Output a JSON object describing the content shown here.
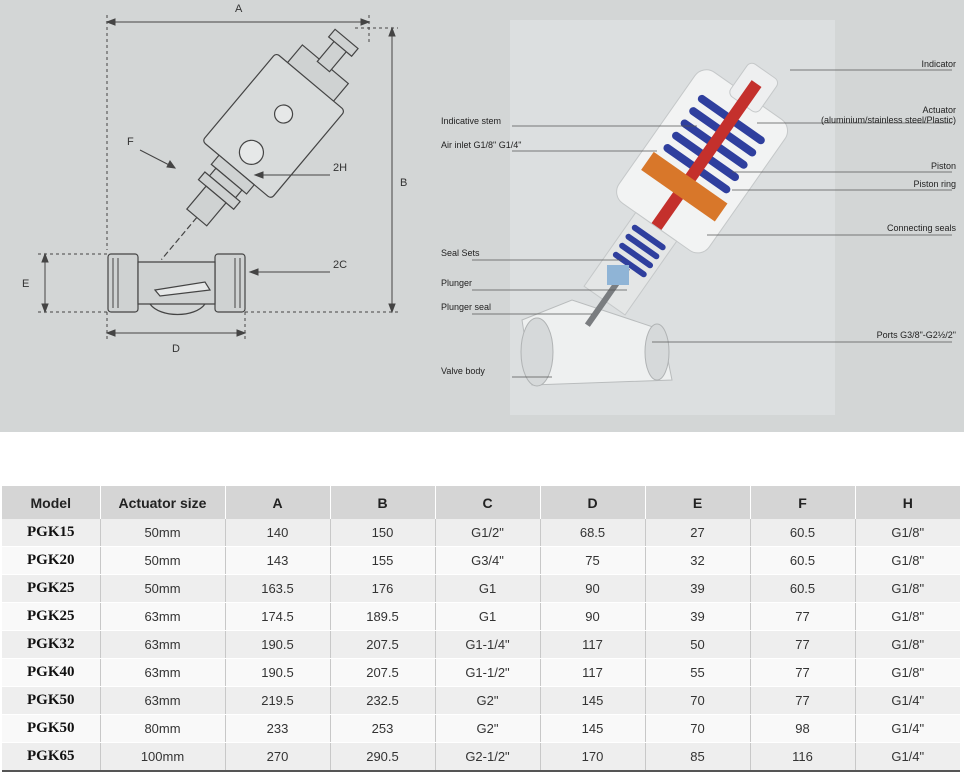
{
  "drawing": {
    "dimensions": {
      "A": "A",
      "B": "B",
      "D": "D",
      "E": "E",
      "F": "F",
      "H2": "2H",
      "C2": "2C"
    }
  },
  "cutaway": {
    "callouts": {
      "indicator": "Indicator",
      "actuator_line1": "Actuator",
      "actuator_line2": "(aluminium/stainless steel/Plastic)",
      "indicative_stem": "Indicative stem",
      "air_inlet": "Air inlet  G1/8\" G1/4\"",
      "piston": "Piston",
      "piston_ring": "Piston ring",
      "connecting_seals": "Connecting seals",
      "seal_sets": "Seal Sets",
      "plunger": "Plunger",
      "plunger_seal": "Plunger seal",
      "ports": "Ports G3/8\"-G2½/2\"",
      "valve_body": "Valve body"
    }
  },
  "table": {
    "headers": [
      "Model",
      "Actuator size",
      "A",
      "B",
      "C",
      "D",
      "E",
      "F",
      "H"
    ],
    "rows": [
      [
        "PGK15",
        "50mm",
        "140",
        "150",
        "G1/2\"",
        "68.5",
        "27",
        "60.5",
        "G1/8\""
      ],
      [
        "PGK20",
        "50mm",
        "143",
        "155",
        "G3/4\"",
        "75",
        "32",
        "60.5",
        "G1/8\""
      ],
      [
        "PGK25",
        "50mm",
        "163.5",
        "176",
        "G1",
        "90",
        "39",
        "60.5",
        "G1/8\""
      ],
      [
        "PGK25",
        "63mm",
        "174.5",
        "189.5",
        "G1",
        "90",
        "39",
        "77",
        "G1/8\""
      ],
      [
        "PGK32",
        "63mm",
        "190.5",
        "207.5",
        "G1-1/4\"",
        "117",
        "50",
        "77",
        "G1/8\""
      ],
      [
        "PGK40",
        "63mm",
        "190.5",
        "207.5",
        "G1-1/2\"",
        "117",
        "55",
        "77",
        "G1/8\""
      ],
      [
        "PGK50",
        "63mm",
        "219.5",
        "232.5",
        "G2\"",
        "145",
        "70",
        "77",
        "G1/4\""
      ],
      [
        "PGK50",
        "80mm",
        "233",
        "253",
        "G2\"",
        "145",
        "70",
        "98",
        "G1/4\""
      ],
      [
        "PGK65",
        "100mm",
        "270",
        "290.5",
        "G2-1/2\"",
        "170",
        "85",
        "116",
        "G1/4\""
      ]
    ]
  },
  "colors": {
    "panel_bg": "#d3d6d6",
    "header_bg": "#d5d5d5",
    "spring_blue": "#2f3f9e",
    "piston_orange": "#d8772a",
    "stem_red": "#c4302c"
  }
}
